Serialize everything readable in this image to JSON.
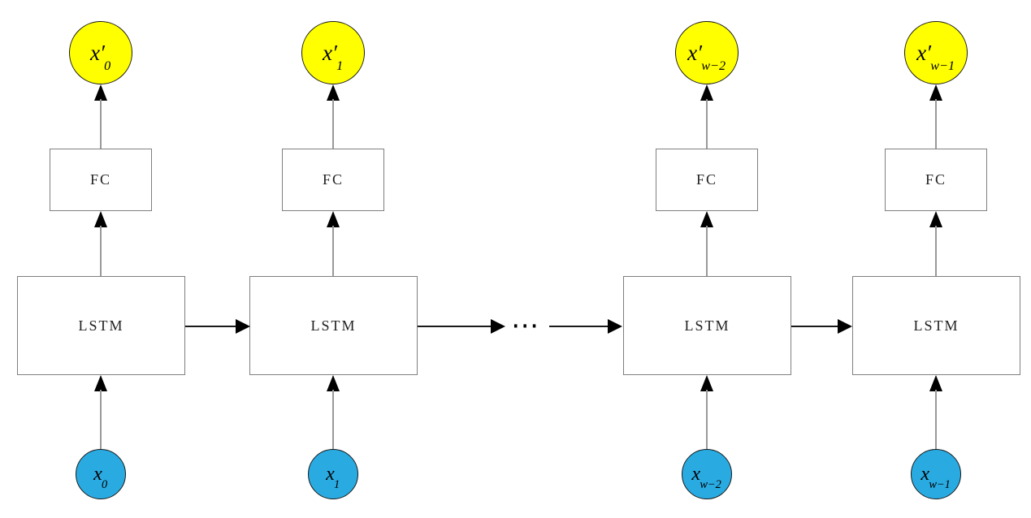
{
  "diagram_type": "lstm-network-diagram",
  "columns": [
    {
      "output_label": {
        "base": "x′",
        "sub": "0"
      },
      "fc_label": "FC",
      "lstm_label": "LSTM",
      "input_label": {
        "base": "x",
        "sub": "0"
      }
    },
    {
      "output_label": {
        "base": "x′",
        "sub": "1"
      },
      "fc_label": "FC",
      "lstm_label": "LSTM",
      "input_label": {
        "base": "x",
        "sub": "1"
      }
    },
    {
      "output_label": {
        "base": "x′",
        "sub": "w−2"
      },
      "fc_label": "FC",
      "lstm_label": "LSTM",
      "input_label": {
        "base": "x",
        "sub": "w−2"
      }
    },
    {
      "output_label": {
        "base": "x′",
        "sub": "w−1"
      },
      "fc_label": "FC",
      "lstm_label": "LSTM",
      "input_label": {
        "base": "x",
        "sub": "w−1"
      }
    }
  ],
  "connections": {
    "ellipsis": "⋯"
  },
  "colors": {
    "output_node_fill": "#ffff00",
    "input_node_fill": "#29abe2",
    "node_border": "#1a1a1a",
    "box_border": "#7f7f7f",
    "vertical_line": "#999999",
    "horizontal_line": "#1a1a1a",
    "arrowhead": "#000000",
    "label_text": "#1f1f1f",
    "background": "#ffffff"
  }
}
